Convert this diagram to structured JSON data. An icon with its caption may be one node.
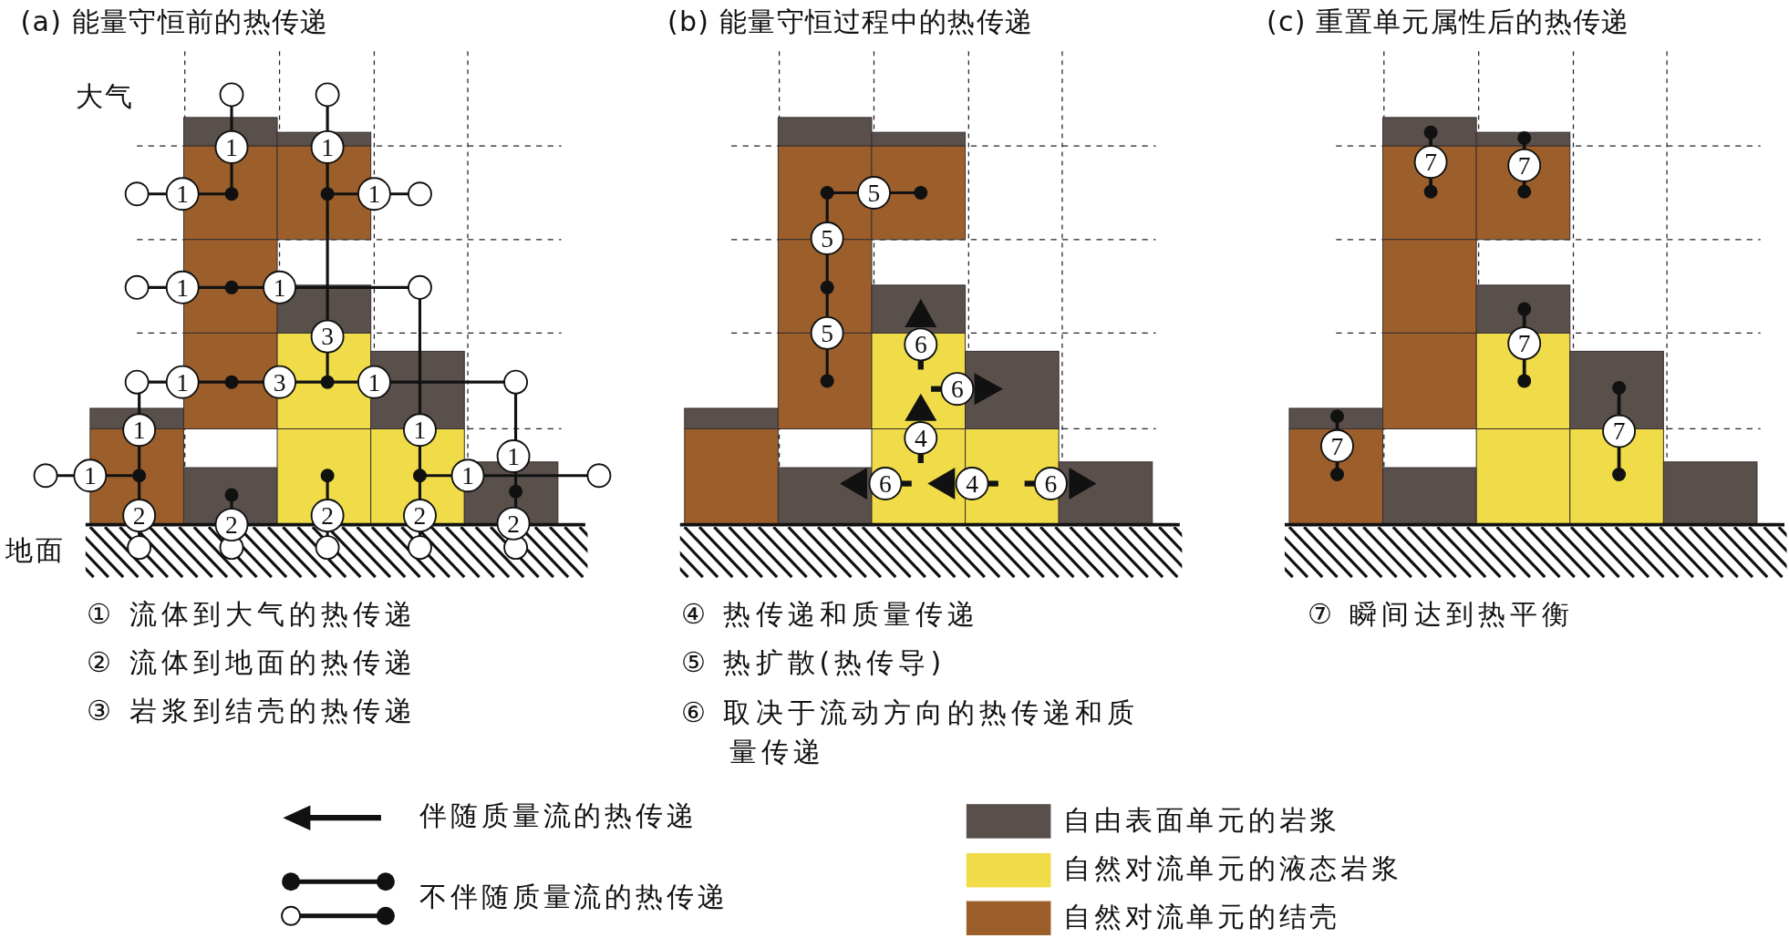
{
  "diagram": {
    "labels": [
      "(a) 能量守恒前的热传递",
      "大气",
      "1",
      "1",
      "1",
      "1",
      "1",
      "1",
      "3",
      "1",
      "3",
      "1",
      "1",
      "1",
      "1",
      "1",
      "1",
      "2",
      "2",
      "2",
      "2",
      "2",
      "地面",
      "① 流体到大气的热传递",
      "② 流体到地面的热传递",
      "③ 岩浆到结壳的热传递",
      "(b) 能量守恒过程中的热传递",
      "5",
      "5",
      "5",
      "6",
      "6",
      "4",
      "6",
      "4",
      "6",
      "④ 热传递和质量传递",
      "⑤ 热扩散(热传导)",
      "⑥ 取决于流动方向的热传递和质量传递",
      "(c) 重置单元属性后的热传递",
      "7",
      "7",
      "7",
      "7",
      "7",
      "⑦ 瞬间达到热平衡"
    ],
    "legend": [
      {
        "text": "伴随质量流的热传递"
      },
      {
        "text": "不伴随质量流的热传递"
      },
      {
        "text": "自由表面单元的岩浆",
        "color": "#594f4b"
      },
      {
        "text": "自然对流单元的液态岩浆",
        "color": "#f0dc48"
      },
      {
        "text": "自然对流单元的结壳",
        "color": "#9c5f2c"
      }
    ]
  }
}
